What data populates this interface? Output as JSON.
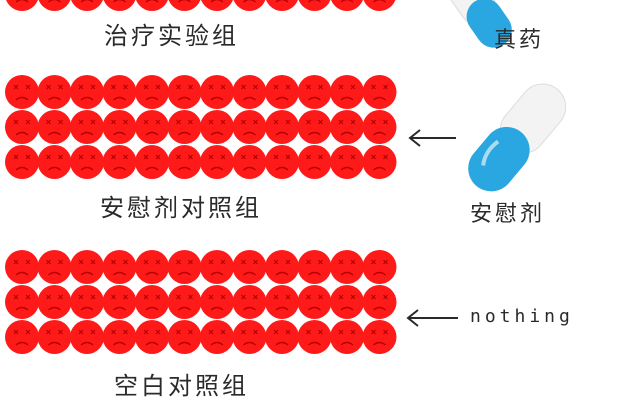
{
  "groups": [
    {
      "name": "治疗实验组",
      "intervention": "真药"
    },
    {
      "name": "安慰剂对照组",
      "intervention": "安慰剂"
    },
    {
      "name": "空白对照组",
      "intervention": "nothing"
    }
  ],
  "colors": {
    "face": "#ff1a1a",
    "face_features": "#b60000",
    "capsule_blue": "#2aa7e0",
    "capsule_white": "#f3f3f3",
    "text": "#2a2a2a"
  },
  "icons": {
    "face": "sad-face-icon",
    "capsule": "capsule-icon",
    "arrow": "left-arrow-icon"
  }
}
